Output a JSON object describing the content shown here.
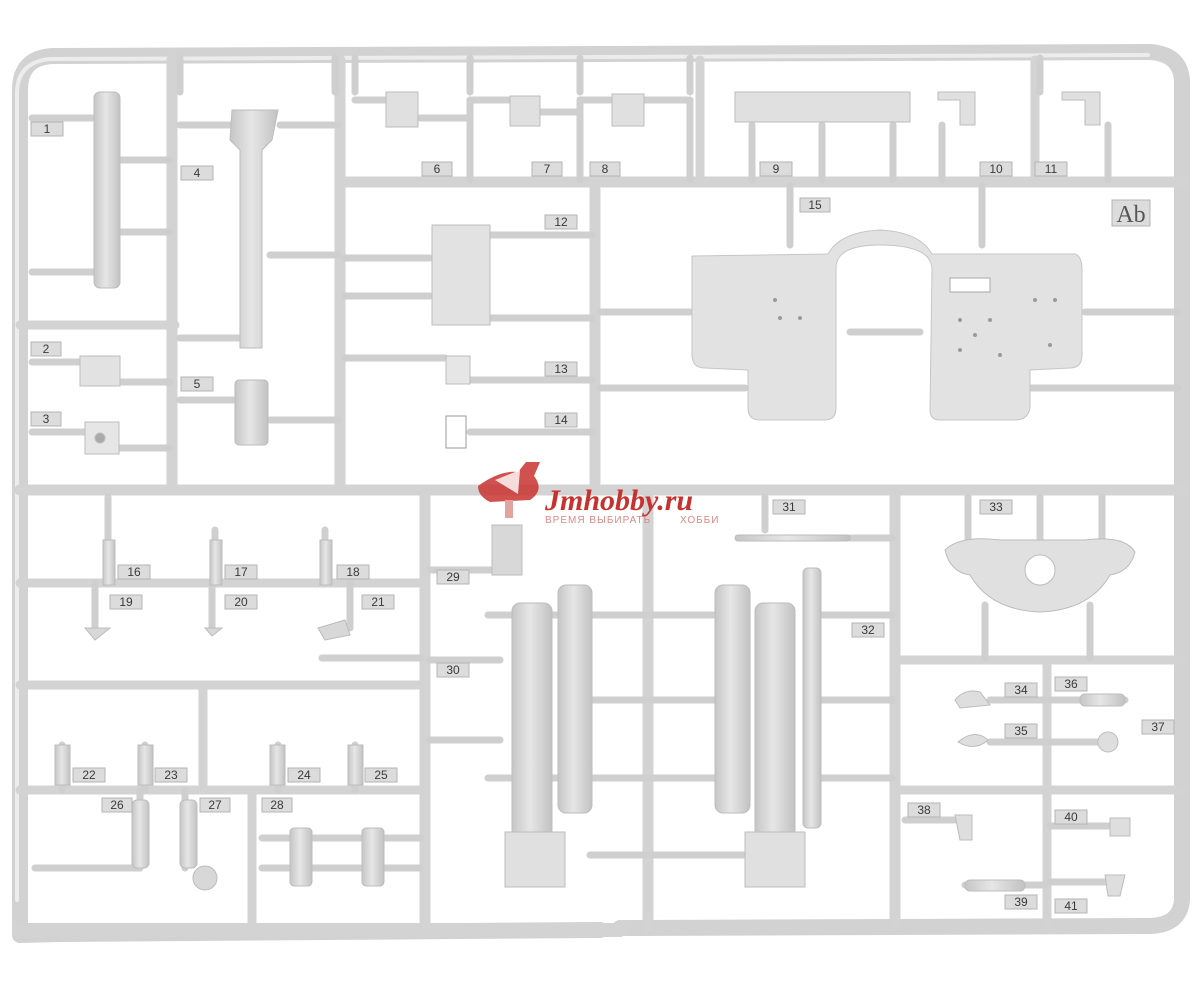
{
  "sprue": {
    "code": "Ab",
    "labels": [
      "1",
      "2",
      "3",
      "4",
      "5",
      "6",
      "7",
      "8",
      "9",
      "10",
      "11",
      "12",
      "13",
      "14",
      "15",
      "16",
      "17",
      "18",
      "19",
      "20",
      "21",
      "22",
      "23",
      "24",
      "25",
      "26",
      "27",
      "28",
      "29",
      "30",
      "31",
      "32",
      "33",
      "34",
      "35",
      "36",
      "37",
      "38",
      "39",
      "40",
      "41"
    ]
  },
  "watermark": {
    "brand": "Jmhobby.ru",
    "tagline_left": "ВРЕМЯ ВЫБИРАТЬ",
    "tagline_right": "ХОББИ"
  },
  "colors": {
    "plastic": "#dcdcdc",
    "plastic_edge": "#c2c2c2",
    "plastic_shadow": "#bdbdbd",
    "watermark_red": "#c8322e"
  }
}
